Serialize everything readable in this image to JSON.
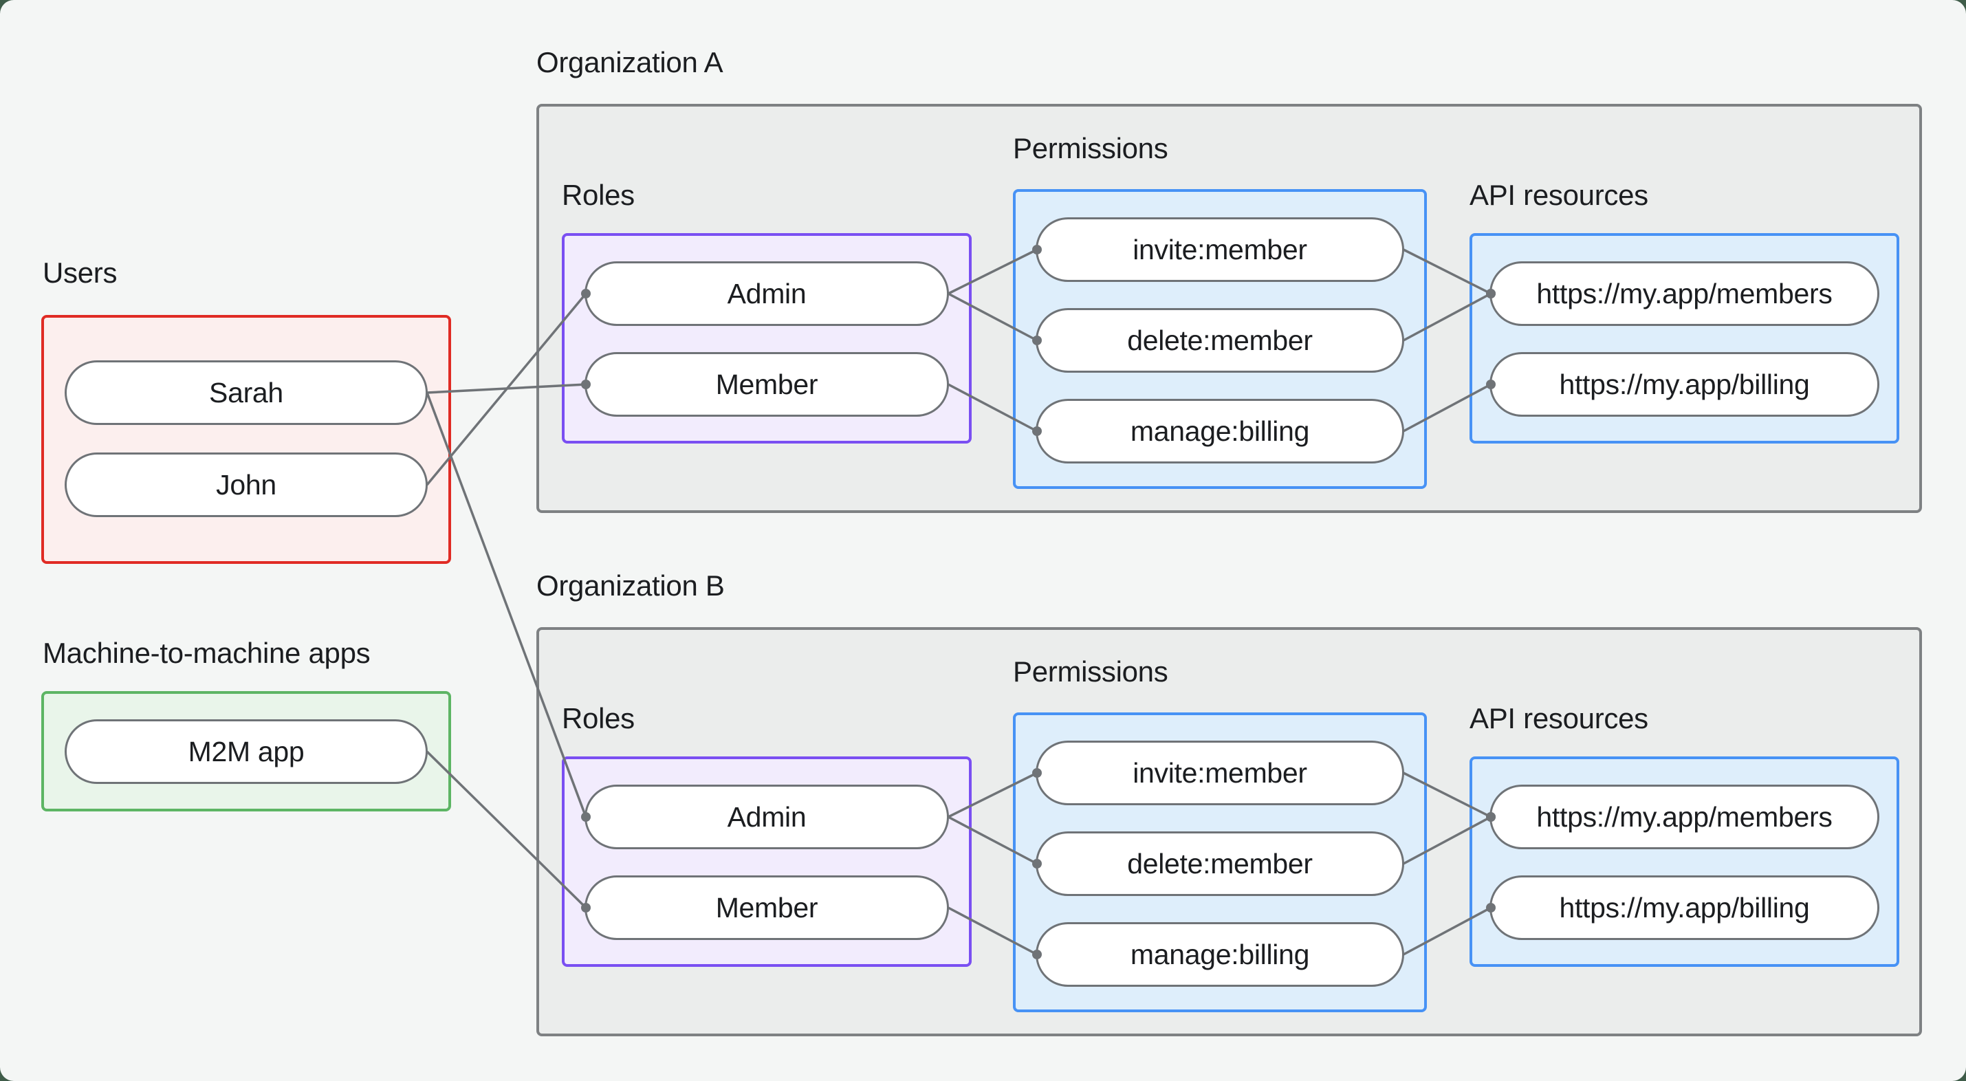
{
  "page": {
    "background": "#f4f6f5",
    "frame_background": "#3f5c49"
  },
  "palette": {
    "background": "#f4f6f5",
    "frame_background": "#3f5c49",
    "text": "#1b1d20",
    "line": "#6f7377",
    "pill_border": "#6f7377",
    "pill_fill": "#ffffff",
    "org_border": "#7e8183",
    "org_fill": "#ebedec",
    "users_border": "#e02b24",
    "users_fill": "#fcefee",
    "m2m_border": "#5db564",
    "m2m_fill": "#e9f5ea",
    "roles_border": "#7a4ff2",
    "roles_fill": "#f2ecfd",
    "permissions_border": "#4792f5",
    "permissions_fill": "#deeefb",
    "api_border": "#4792f5",
    "api_fill": "#deeefb"
  },
  "users_group": {
    "label": "Users",
    "items": [
      {
        "id": "sarah",
        "label": "Sarah"
      },
      {
        "id": "john",
        "label": "John"
      }
    ]
  },
  "m2m_group": {
    "label": "Machine-to-machine apps",
    "items": [
      {
        "id": "m2m",
        "label": "M2M app"
      }
    ]
  },
  "organizations": [
    {
      "id": "orgA",
      "label": "Organization A",
      "roles": {
        "label": "Roles",
        "items": [
          {
            "id": "orgA-admin",
            "label": "Admin"
          },
          {
            "id": "orgA-member",
            "label": "Member"
          }
        ]
      },
      "permissions": {
        "label": "Permissions",
        "items": [
          {
            "id": "orgA-invite",
            "label": "invite:member"
          },
          {
            "id": "orgA-delete",
            "label": "delete:member"
          },
          {
            "id": "orgA-manage",
            "label": "manage:billing"
          }
        ]
      },
      "api_resources": {
        "label": "API resources",
        "items": [
          {
            "id": "orgA-members",
            "label": "https://my.app/members"
          },
          {
            "id": "orgA-billing",
            "label": "https://my.app/billing"
          }
        ]
      }
    },
    {
      "id": "orgB",
      "label": "Organization B",
      "roles": {
        "label": "Roles",
        "items": [
          {
            "id": "orgB-admin",
            "label": "Admin"
          },
          {
            "id": "orgB-member",
            "label": "Member"
          }
        ]
      },
      "permissions": {
        "label": "Permissions",
        "items": [
          {
            "id": "orgB-invite",
            "label": "invite:member"
          },
          {
            "id": "orgB-delete",
            "label": "delete:member"
          },
          {
            "id": "orgB-manage",
            "label": "manage:billing"
          }
        ]
      },
      "api_resources": {
        "label": "API resources",
        "items": [
          {
            "id": "orgB-members",
            "label": "https://my.app/members"
          },
          {
            "id": "orgB-billing",
            "label": "https://my.app/billing"
          }
        ]
      }
    }
  ],
  "edges": [
    {
      "from": "sarah",
      "to": "orgA-member"
    },
    {
      "from": "john",
      "to": "orgA-admin"
    },
    {
      "from": "sarah",
      "to": "orgB-admin"
    },
    {
      "from": "m2m",
      "to": "orgB-member"
    },
    {
      "from": "orgA-admin",
      "to": "orgA-invite"
    },
    {
      "from": "orgA-admin",
      "to": "orgA-delete"
    },
    {
      "from": "orgA-member",
      "to": "orgA-manage"
    },
    {
      "from": "orgA-invite",
      "to": "orgA-members"
    },
    {
      "from": "orgA-delete",
      "to": "orgA-members"
    },
    {
      "from": "orgA-manage",
      "to": "orgA-billing"
    },
    {
      "from": "orgB-admin",
      "to": "orgB-invite"
    },
    {
      "from": "orgB-admin",
      "to": "orgB-delete"
    },
    {
      "from": "orgB-member",
      "to": "orgB-manage"
    },
    {
      "from": "orgB-invite",
      "to": "orgB-members"
    },
    {
      "from": "orgB-delete",
      "to": "orgB-members"
    },
    {
      "from": "orgB-manage",
      "to": "orgB-billing"
    }
  ]
}
